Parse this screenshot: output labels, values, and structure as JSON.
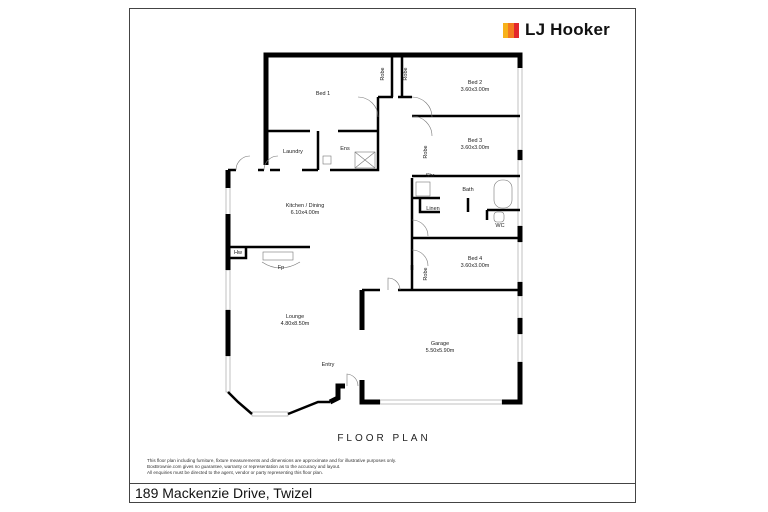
{
  "brand": {
    "name": "LJ Hooker",
    "colors": [
      "#f7b21b",
      "#f47a20",
      "#e3262c"
    ]
  },
  "plan": {
    "title": "FLOOR PLAN",
    "rooms": {
      "bed1": {
        "name": "Bed 1"
      },
      "bed2": {
        "name": "Bed 2",
        "size": "3.60x3.00m"
      },
      "bed3": {
        "name": "Bed 3",
        "size": "3.60x3.00m"
      },
      "bed4": {
        "name": "Bed 4",
        "size": "3.60x3.00m"
      },
      "robe": "Robe",
      "laundry": "Laundry",
      "ens": "Ens",
      "shr": "Shr",
      "bath": "Bath",
      "linen": "Linen",
      "wc": "WC",
      "kitchen": {
        "name": "Kitchen / Dining",
        "size": "6.10x4.00m"
      },
      "hw": "Hw",
      "fp": "Fp",
      "lounge": {
        "name": "Lounge",
        "size": "4.80x8.50m"
      },
      "entry": "Entry",
      "garage": {
        "name": "Garage",
        "size": "5.50x5.90m"
      }
    }
  },
  "disclaimer": [
    "This floor plan including furniture, fixture measurements and dimensions are approximate and for illustrative purposes only.",
    "BoxBrownie.com gives no guarantee, warranty or representation as to the accuracy and layout.",
    "All enquiries must be directed to the agent, vendor or party representing this floor plan."
  ],
  "address": "189 Mackenzie Drive, Twizel"
}
